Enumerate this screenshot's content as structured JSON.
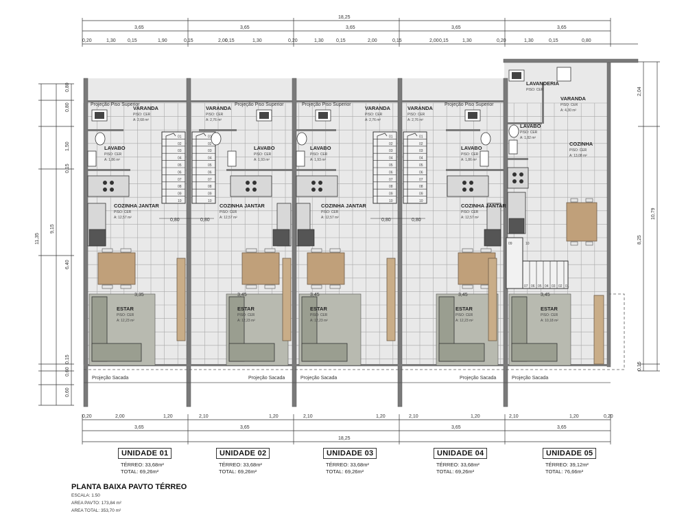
{
  "overall_width": "18,25",
  "top_modules": [
    "3,65",
    "3,65",
    "3,65",
    "3,65",
    "3,65"
  ],
  "top_sub": [
    "0,20",
    "1,30",
    "0,15",
    "1,90",
    "0,15",
    "2,00",
    "0,15",
    "1,30",
    "0,20",
    "1,30",
    "0,15",
    "2,00",
    "0,15",
    "2,00",
    "0,15",
    "1,30",
    "0,20",
    "1,30",
    "0,15",
    "0,80"
  ],
  "left_dims": [
    "0,80",
    "0,80",
    "1,50",
    "0,15",
    "9,15",
    "6,40",
    "0,15",
    "0,60",
    "0,60"
  ],
  "left_total": "11,35",
  "right_dims": [
    "2,04",
    "10,79",
    "8,25",
    "0,15"
  ],
  "bottom_sub": [
    "0,20",
    "2,00",
    "1,20",
    "2,10",
    "1,20",
    "2,10",
    "1,20",
    "2,10",
    "1,20",
    "2,10",
    "1,20",
    "0,20"
  ],
  "bottom_modules": [
    "3,65",
    "3,65",
    "3,65",
    "3,65"
  ],
  "bottom_total": "18,25",
  "projections": {
    "sacada": "Projeção Sacada",
    "superior": "Projeção Piso Superior"
  },
  "stair_label": "0,80",
  "room_labels": {
    "varanda": "VARANDA",
    "lavabo": "LAVABO",
    "cozinha_jantar": "COZINHA JANTAR",
    "estar": "ESTAR",
    "lavanderia": "LAVANDERIA",
    "cozinha": "COZINHA",
    "piso": "PISO: CER"
  },
  "areas": {
    "varanda": [
      "A: 2,68 m²",
      "A: 2,76 m²",
      "A: 2,76 m²",
      "A: 2,76 m²",
      "A: 4,30 m²"
    ],
    "lavabo": [
      "A: 1,86 m²",
      "A: 1,93 m²",
      "A: 1,93 m²",
      "A: 1,86 m²",
      "A: 1,82 m²"
    ],
    "cozinha": [
      "A: 12,57 m²",
      "A: 12,57 m²",
      "A: 12,57 m²",
      "A: 12,57 m²",
      "A: 13,08 m²"
    ],
    "estar": [
      "A: 12,23 m²",
      "A: 12,23 m²",
      "A: 12,23 m²",
      "A: 12,23 m²",
      "A: 10,18 m²"
    ]
  },
  "estar_widths": [
    "3,35",
    "3,45",
    "3,45",
    "3,45",
    "3,45"
  ],
  "stair_steps": [
    "01",
    "02",
    "03",
    "04",
    "05",
    "06",
    "07",
    "08",
    "09",
    "10"
  ],
  "units": [
    {
      "name": "UNIDADE 01",
      "terreo": "TÉRREO: 33,68m²",
      "total": "TOTAL: 69,26m²"
    },
    {
      "name": "UNIDADE 02",
      "terreo": "TÉRREO: 33,68m²",
      "total": "TOTAL: 69,26m²"
    },
    {
      "name": "UNIDADE 03",
      "terreo": "TÉRREO: 33,68m²",
      "total": "TOTAL: 69,26m²"
    },
    {
      "name": "UNIDADE 04",
      "terreo": "TÉRREO: 33,68m²",
      "total": "TOTAL: 69,26m²"
    },
    {
      "name": "UNIDADE 05",
      "terreo": "TÉRREO: 39,12m²",
      "total": "TOTAL: 76,66m²"
    }
  ],
  "legend": {
    "title": "PLANTA BAIXA PAVTO TÉRREO",
    "escala": "ESCALA: 1.50",
    "area_pavto": "AREA PAVTO: 173,84 m²",
    "area_total": "AREA TOTAL: 353,70 m²"
  },
  "colors": {
    "wall": "#7a7a7a",
    "floor": "#e9e9e9",
    "grid": "#a8a8a8",
    "sofa": "#9a9e90",
    "table": "#c0a07a",
    "door": "#c9ad88"
  }
}
